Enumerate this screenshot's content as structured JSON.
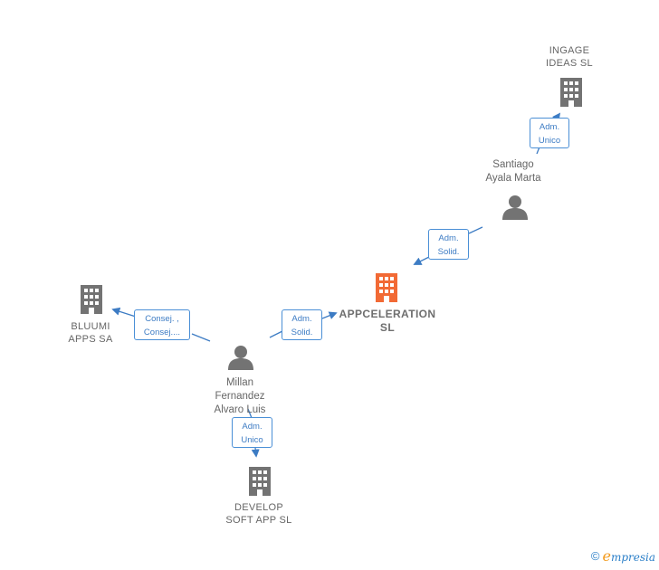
{
  "colors": {
    "edge": "#3d7cc4",
    "node_gray": "#737373",
    "node_focus": "#f26a35"
  },
  "nodes": {
    "ingage": {
      "label": "INGAGE\nIDEAS  SL",
      "icon": "building-icon"
    },
    "santiago": {
      "label": "Santiago\nAyala Marta",
      "icon": "person-icon"
    },
    "appceleration": {
      "label": "APPCELERATION\nSL",
      "icon": "building-icon"
    },
    "bluumi": {
      "label": "BLUUMI\nAPPS SA",
      "icon": "building-icon"
    },
    "millan": {
      "label": "Millan\nFernandez\nAlvaro Luis",
      "icon": "person-icon"
    },
    "develop": {
      "label": "DEVELOP\nSOFT APP  SL",
      "icon": "building-icon"
    }
  },
  "edges": {
    "santiago_ingage": {
      "label": "Adm.\nUnico"
    },
    "santiago_appceleration": {
      "label": "Adm.\nSolid."
    },
    "millan_appceleration": {
      "label": "Adm.\nSolid."
    },
    "millan_bluumi": {
      "label": "Consej. ,\nConsej...."
    },
    "millan_develop": {
      "label": "Adm.\nUnico"
    }
  },
  "footer": {
    "copyright": "©",
    "brand_first": "e",
    "brand_rest": "mpresia"
  }
}
